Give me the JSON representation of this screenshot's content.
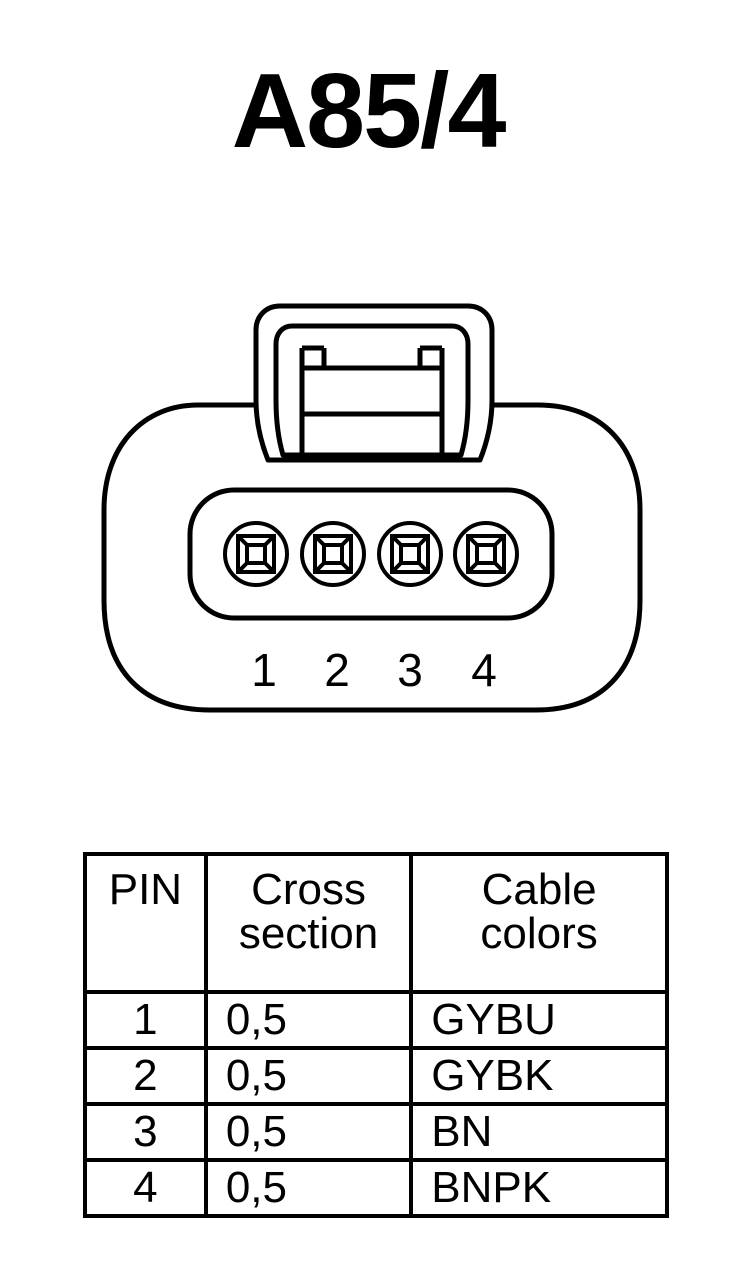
{
  "title": "A85/4",
  "connector": {
    "pin_labels": [
      "1",
      "2",
      "3",
      "4"
    ]
  },
  "table": {
    "headers": {
      "pin": [
        "PIN"
      ],
      "cross_section": [
        "Cross",
        "section"
      ],
      "cable_colors": [
        "Cable",
        "colors"
      ]
    },
    "rows": [
      {
        "pin": "1",
        "cross_section": "0,5",
        "cable_color": "GYBU"
      },
      {
        "pin": "2",
        "cross_section": "0,5",
        "cable_color": "GYBK"
      },
      {
        "pin": "3",
        "cross_section": "0,5",
        "cable_color": "BN"
      },
      {
        "pin": "4",
        "cross_section": "0,5",
        "cable_color": "BNPK"
      }
    ]
  }
}
